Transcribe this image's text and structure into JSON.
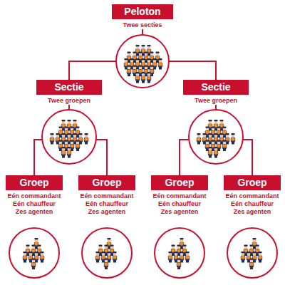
{
  "diagram": {
    "nodes": [
      {
        "text": [
          "Peloton",
          "Twee secties"
        ]
      },
      {
        "text": [
          "Sectie",
          "Twee groepen"
        ]
      },
      {
        "text": [
          "Sectie",
          "Twee groepen"
        ]
      },
      {
        "text": [
          "Groep",
          "Eén commandant",
          "Eén chauffeur",
          "Zes agenten"
        ]
      },
      {
        "text": [
          "Groep",
          "Eén commandant",
          "Eén chauffeur",
          "Zes agenten"
        ]
      },
      {
        "text": [
          "Groep",
          "Eén commandant",
          "Eén chauffeur",
          "Zes agenten"
        ]
      },
      {
        "text": [
          "Groep",
          "Eén commandant",
          "Eén chauffeur",
          "Zes agenten"
        ]
      }
    ],
    "edges": [
      {
        "from": 0,
        "to": 1,
        "arrow": "none"
      },
      {
        "from": 0,
        "to": 2,
        "arrow": "none"
      },
      {
        "from": 1,
        "to": 3,
        "arrow": "none"
      },
      {
        "from": 1,
        "to": 4,
        "arrow": "none"
      },
      {
        "from": 2,
        "to": 5,
        "arrow": "none"
      },
      {
        "from": 2,
        "to": 6,
        "arrow": "none"
      }
    ]
  }
}
